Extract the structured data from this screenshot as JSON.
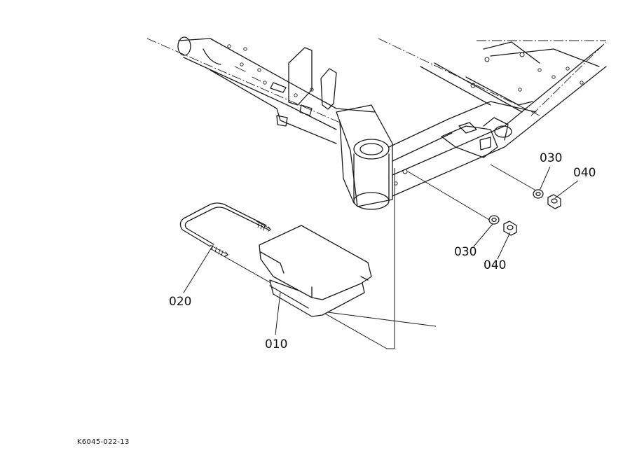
{
  "callouts": {
    "c010": "010",
    "c020": "020",
    "c030_upper": "030",
    "c040_upper": "040",
    "c030_lower": "030",
    "c040_lower": "040"
  },
  "drawing_code": "K6045-022-13"
}
